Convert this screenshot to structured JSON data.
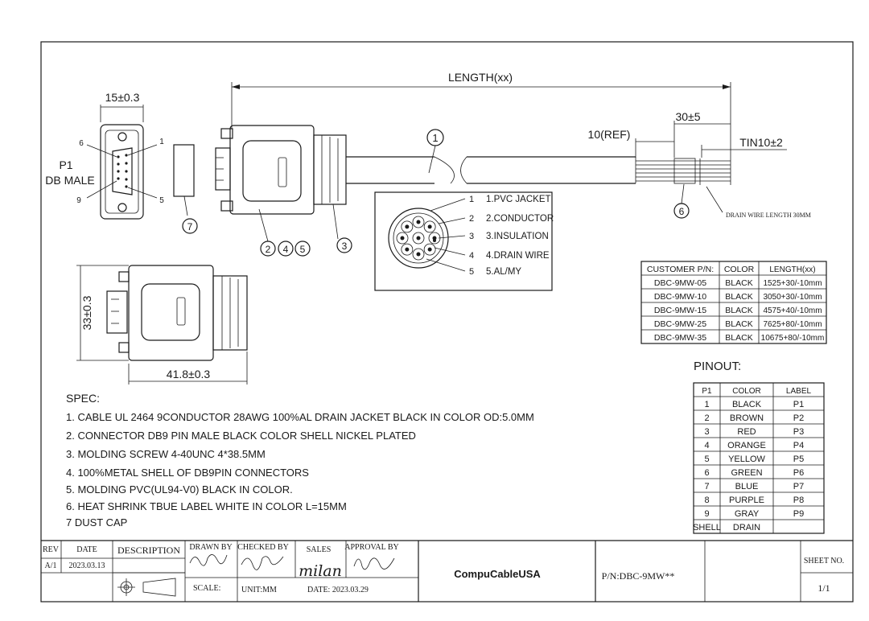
{
  "drawing": {
    "length_label": "LENGTH(xx)",
    "dim_15": "15±0.3",
    "dim_30": "30±5",
    "dim_10ref": "10(REF)",
    "dim_tin": "TIN10±2",
    "dim_33": "33±0.3",
    "dim_41": "41.8±0.3",
    "drain_note": "DRAIN WIRE LENGTH 30MM",
    "p1_label": "P1",
    "db_male": "DB  MALE",
    "pin6": "6",
    "pin1": "1",
    "pin9": "9",
    "pin5": "5",
    "balloon1": "1",
    "balloon2": "2",
    "balloon3": "3",
    "balloon4": "4",
    "balloon5": "5",
    "balloon6": "6",
    "balloon7": "7"
  },
  "cross_section": {
    "items": [
      {
        "num": "1",
        "label": "1.PVC JACKET"
      },
      {
        "num": "2",
        "label": "2.CONDUCTOR"
      },
      {
        "num": "3",
        "label": "3.INSULATION"
      },
      {
        "num": "4",
        "label": "4.DRAIN WIRE"
      },
      {
        "num": "5",
        "label": "5.AL/MY"
      }
    ]
  },
  "parts_table": {
    "headers": [
      "CUSTOMER P/N:",
      "COLOR",
      "LENGTH(xx)"
    ],
    "rows": [
      [
        "DBC-9MW-05",
        "BLACK",
        "1525+30/-10mm"
      ],
      [
        "DBC-9MW-10",
        "BLACK",
        "3050+30/-10mm"
      ],
      [
        "DBC-9MW-15",
        "BLACK",
        "4575+40/-10mm"
      ],
      [
        "DBC-9MW-25",
        "BLACK",
        "7625+80/-10mm"
      ],
      [
        "DBC-9MW-35",
        "BLACK",
        "10675+80/-10mm"
      ]
    ]
  },
  "pinout": {
    "title": "PINOUT:",
    "headers": [
      "P1",
      "COLOR",
      "LABEL"
    ],
    "rows": [
      [
        "1",
        "BLACK",
        "P1"
      ],
      [
        "2",
        "BROWN",
        "P2"
      ],
      [
        "3",
        "RED",
        "P3"
      ],
      [
        "4",
        "ORANGE",
        "P4"
      ],
      [
        "5",
        "YELLOW",
        "P5"
      ],
      [
        "6",
        "GREEN",
        "P6"
      ],
      [
        "7",
        "BLUE",
        "P7"
      ],
      [
        "8",
        "PURPLE",
        "P8"
      ],
      [
        "9",
        "GRAY",
        "P9"
      ],
      [
        "SHELL",
        "DRAIN",
        ""
      ]
    ]
  },
  "spec": {
    "title": "SPEC:",
    "lines": [
      "1. CABLE UL 2464 9CONDUCTOR 28AWG 100%AL DRAIN JACKET BLACK IN COLOR OD:5.0MM",
      "2. CONNECTOR DB9 PIN MALE BLACK COLOR SHELL NICKEL PLATED",
      "3. MOLDING SCREW 4-40UNC 4*38.5MM",
      "4. 100%METAL SHELL OF DB9PIN CONNECTORS",
      "5. MOLDING PVC(UL94-V0) BLACK IN COLOR.",
      "6. HEAT SHRINK TBUE LABEL WHITE IN COLOR L=15MM",
      "7 DUST CAP"
    ]
  },
  "title_block": {
    "rev_label": "REV",
    "date_label": "DATE",
    "description_label": "DESCRIPTION",
    "drawn_by_label": "DRAWN BY",
    "checked_by_label": "CHECKED BY",
    "sales_label": "SALES",
    "approval_by_label": "APPROVAL BY",
    "rev_value": "A/1",
    "date_value": "2023.03.13",
    "scale_label": "SCALE:",
    "unit_label": "UNIT:MM",
    "date_footer": "DATE: 2023.03.29",
    "sales_signature": "milan",
    "company": "CompuCableUSA",
    "pn": "P/N:DBC-9MW**",
    "sheet_label": "SHEET NO.",
    "sheet_value": "1/1"
  },
  "colors": {
    "ink": "#1a1a1a",
    "paper": "#ffffff"
  }
}
